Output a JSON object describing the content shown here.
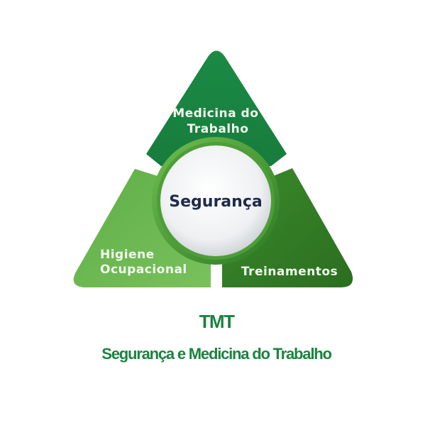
{
  "diagram": {
    "center": "Segurança",
    "segments": {
      "top": {
        "lines": [
          "Medicina do",
          "Trabalho"
        ],
        "color": "#1a8442"
      },
      "left": {
        "lines": [
          "Higiene",
          "Ocupacional"
        ],
        "color": "#6cb955"
      },
      "right": {
        "lines": [
          "Treinamentos"
        ],
        "color": "#2f7a24"
      }
    }
  },
  "caption": {
    "title": "TMT",
    "subtitle": "Segurança e Medicina do Trabalho"
  }
}
